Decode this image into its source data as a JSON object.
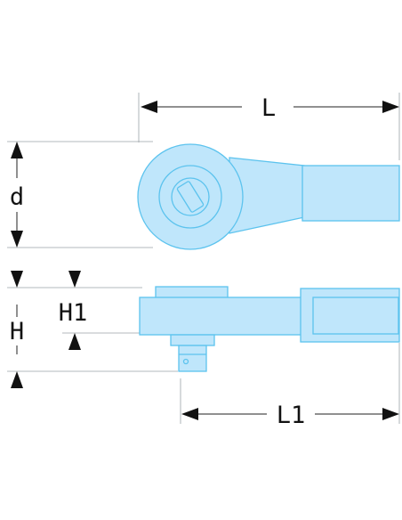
{
  "diagram": {
    "labels": {
      "L": "L",
      "d": "d",
      "H1": "H1",
      "H": "H",
      "L1": "L1"
    },
    "colors": {
      "part_fill": "#bfe6fb",
      "part_stroke": "#5cc3ee",
      "dimension_line": "#222222",
      "extension_line": "#9aa3a8"
    }
  }
}
